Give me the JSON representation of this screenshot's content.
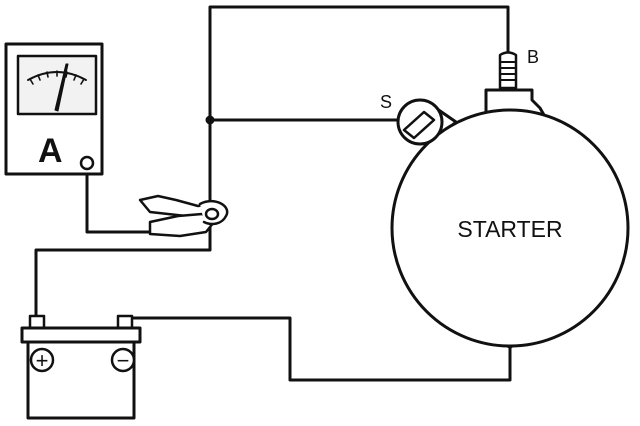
{
  "meter": {
    "label": "A"
  },
  "starter": {
    "label": "STARTER"
  },
  "terminals": {
    "b": "B",
    "s": "S"
  },
  "battery": {
    "positive_symbol": "+",
    "negative_symbol": "−"
  },
  "colors": {
    "line": "#111111",
    "background": "#ffffff",
    "meter_face": "#f2f2f2"
  }
}
